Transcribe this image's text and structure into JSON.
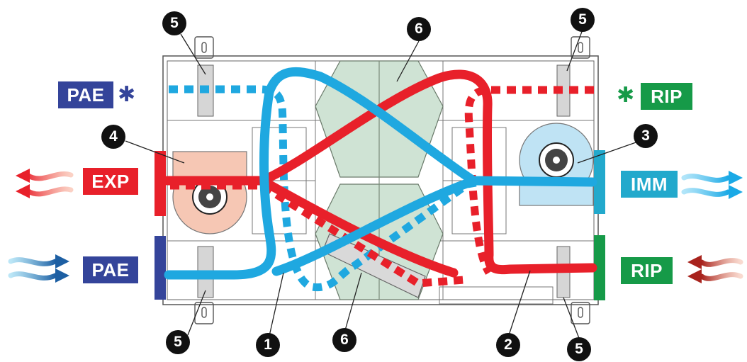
{
  "colors": {
    "exhaust_red": "#e8202a",
    "fresh_blue": "#1fa8e0",
    "pae_blue": "#34449a",
    "rip_green": "#169a48",
    "imm_cyan": "#22a9cc",
    "exchanger_green": "#cfe3d4",
    "motor_red_tint": "#f6c7b4",
    "motor_blue_tint": "#bfe3f4",
    "frame_grey": "#555555"
  },
  "labels": {
    "pae_top": "PAE",
    "rip_top": "RIP",
    "exp": "EXP",
    "imm": "IMM",
    "pae_bottom": "PAE",
    "rip_bottom": "RIP",
    "star_symbol": "✱"
  },
  "badges": {
    "b5_top_left": "5",
    "b6_top": "6",
    "b5_top_right": "5",
    "b4": "4",
    "b3": "3",
    "b5_bottom_left": "5",
    "b1": "1",
    "b6_bottom": "6",
    "b2": "2",
    "b5_bottom_right": "5"
  },
  "icons": {
    "fan_left": "centrifugal-fan-icon",
    "fan_right": "centrifugal-fan-icon",
    "flow_arrows": "airflow-arrows-icon",
    "snowflake": "snowflake-icon"
  }
}
